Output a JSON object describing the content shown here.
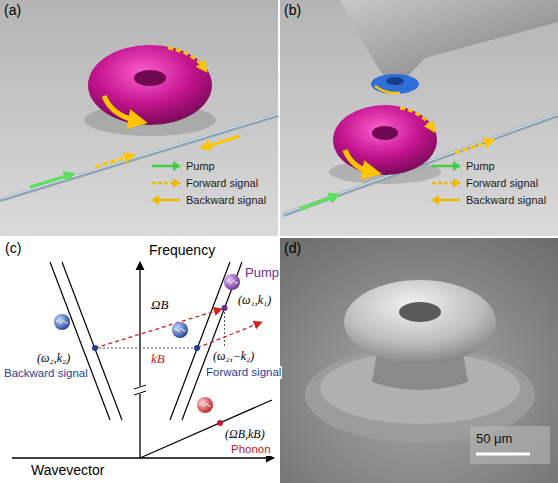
{
  "diagram": {
    "labels": [
      "(a)",
      "(b)",
      "(c)",
      "Frequency",
      "Pump",
      "(ω₁,k₁)",
      "ΩB",
      "(ω₂,k₂)",
      "Backward signal",
      "kB",
      "(ω₂,−k₂)",
      "Forward signal",
      "(ΩB,kB)",
      "Phonon",
      "Wavevector",
      "(d)",
      "50 μm"
    ],
    "legend": [
      {
        "text": "Pump"
      },
      {
        "text": "Forward signal"
      },
      {
        "text": "Backward signal"
      },
      {
        "text": "Pump"
      },
      {
        "text": "Forward signal"
      },
      {
        "text": "Backward signal"
      }
    ]
  }
}
